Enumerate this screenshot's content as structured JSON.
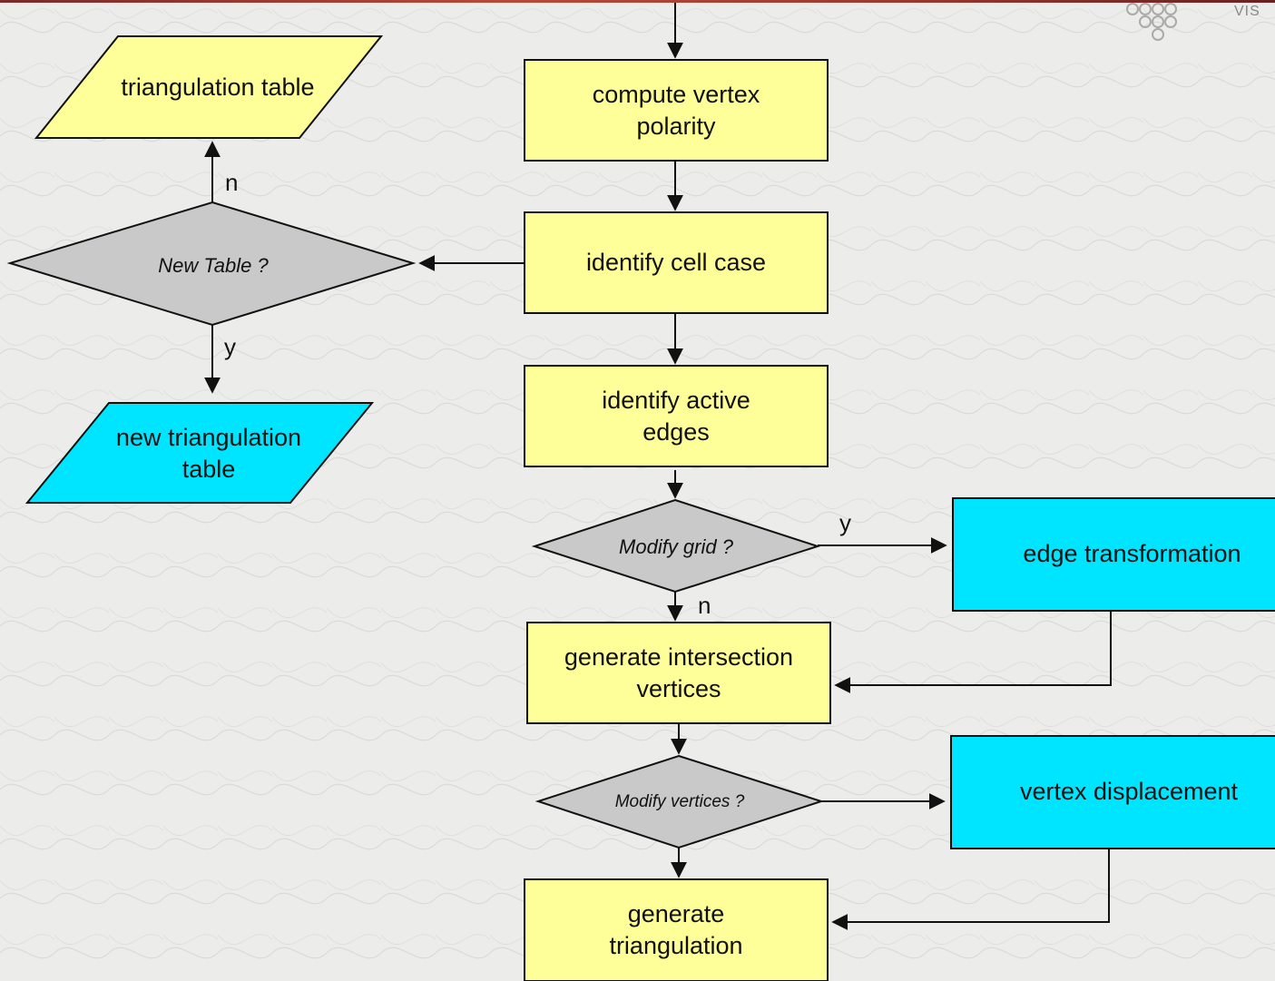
{
  "colors": {
    "process_fill": "#ffff99",
    "alt_fill": "#00e5ff",
    "decision_fill": "#c9c9c9",
    "stroke": "#111111"
  },
  "logo": {
    "text": "VIS"
  },
  "nodes": {
    "compute_polarity": "compute vertex\npolarity",
    "identify_case": "identify cell case",
    "identify_edges": "identify active\nedges",
    "modify_grid": "Modify grid ?",
    "edge_transformation": "edge transformation",
    "generate_vertices": "generate intersection\nvertices",
    "modify_vertices": "Modify vertices ?",
    "vertex_displacement": "vertex displacement",
    "generate_triangulation": "generate\ntriangulation",
    "new_table": "New Table ?",
    "triangulation_table": "triangulation table",
    "new_triangulation_table": "new triangulation\ntable"
  },
  "edge_labels": {
    "new_table_no": "n",
    "new_table_yes": "y",
    "modify_grid_yes": "y",
    "modify_grid_no": "n"
  }
}
